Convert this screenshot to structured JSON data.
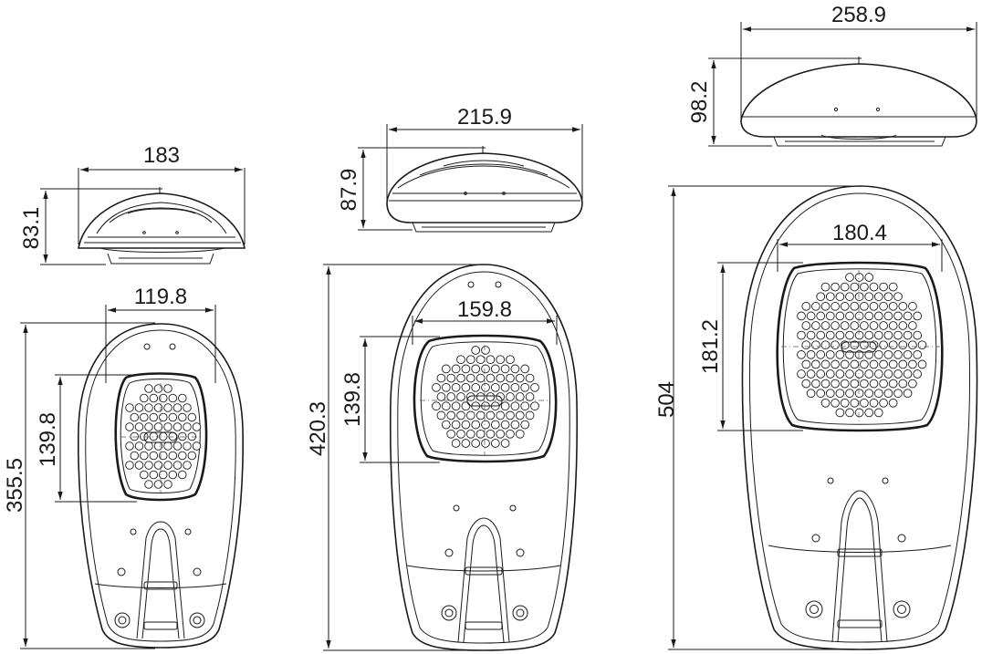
{
  "views": {
    "small": {
      "width_top": "183",
      "height_side": "83.1",
      "module_width": "119.8",
      "module_height": "139.8",
      "length": "355.5"
    },
    "medium": {
      "width_top": "215.9",
      "height_side": "87.9",
      "module_width": "159.8",
      "module_height": "139.8",
      "length": "420.3"
    },
    "large": {
      "width_top": "258.9",
      "height_side": "98.2",
      "module_width": "180.4",
      "module_height": "181.2",
      "length": "504"
    }
  }
}
